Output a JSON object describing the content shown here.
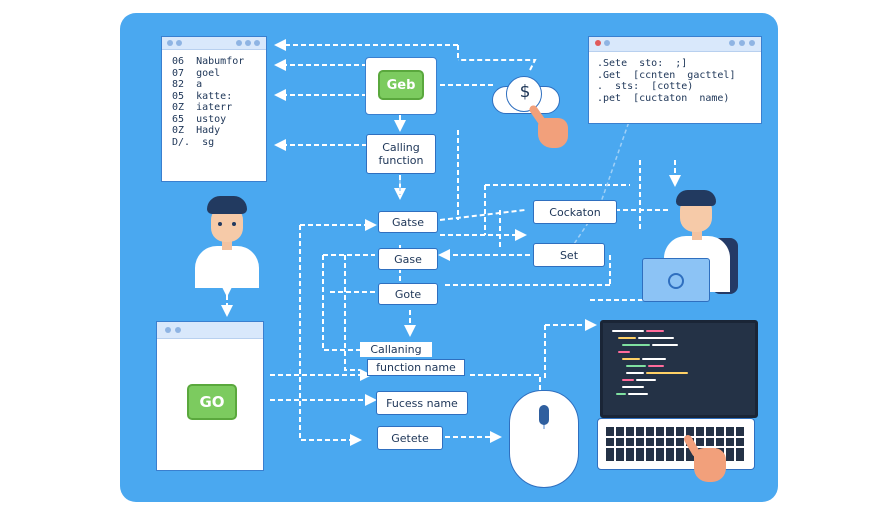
{
  "left_window": {
    "lines": [
      {
        "num": "06",
        "text": "Nabumfor"
      },
      {
        "num": "07",
        "text": "goel"
      },
      {
        "num": "82",
        "text": "a"
      },
      {
        "num": "05",
        "text": "katte:"
      },
      {
        "num": "0Z",
        "text": "iaterr"
      },
      {
        "num": "65",
        "text": "ustoy"
      },
      {
        "num": "0Z",
        "text": "Hady"
      },
      {
        "num": "D/.",
        "text": "sg"
      }
    ]
  },
  "right_window": {
    "lines": [
      ".Sete  sto:  ;]",
      ".Get  [ccnten  gacttel]",
      ".  sts:  [cotte)",
      ".pet  [cuctaton  name)"
    ]
  },
  "buttons": {
    "top_green": "Geb",
    "left_green": "GO"
  },
  "cloud": {
    "symbol": "$"
  },
  "nodes": {
    "calling_function": [
      "Calling",
      "function"
    ],
    "gatse": "Gatse",
    "gase": "Gase",
    "gote": "Gote",
    "calling_function_name": [
      "Callaning",
      "function name"
    ],
    "fucess_name": "Fucess name",
    "getete": "Getete",
    "cockaton": "Cockaton",
    "set": "Set"
  },
  "colors": {
    "panel": "#4aa8f0",
    "node_border": "#2f6fbf",
    "green_button": "#7ccb5f",
    "connector": "#ffffff",
    "code_bg": "#243246"
  }
}
